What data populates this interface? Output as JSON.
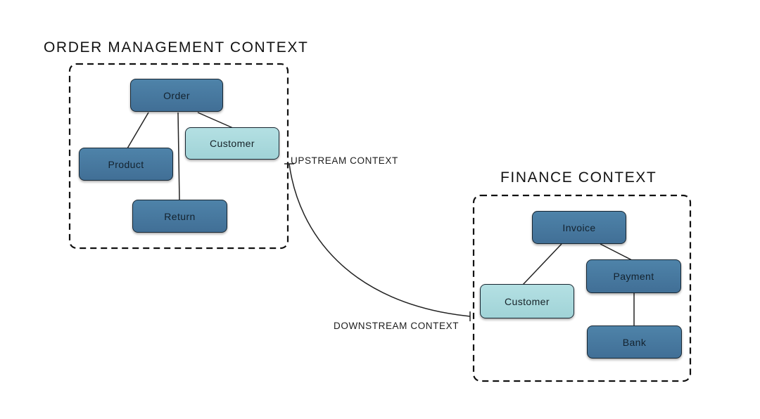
{
  "diagram": {
    "kind": "bounded-context-diagram",
    "background": "#ffffff",
    "colors": {
      "entity_fill_dark": "#46799f",
      "entity_fill_light": "#aadbde",
      "entity_border": "#182631",
      "entity_text": "#13222e",
      "context_dashed_border": "#111111",
      "connector": "#222222",
      "title_text": "#121212"
    },
    "order_context": {
      "title": "ORDER MANAGEMENT CONTEXT",
      "entities": {
        "order": "Order",
        "product": "Product",
        "customer": "Customer",
        "return": "Return"
      },
      "connections": [
        {
          "from": "Order",
          "to": "Product"
        },
        {
          "from": "Order",
          "to": "Return"
        },
        {
          "from": "Order",
          "to": "Customer"
        }
      ]
    },
    "finance_context": {
      "title": "FINANCE CONTEXT",
      "entities": {
        "invoice": "Invoice",
        "customer": "Customer",
        "payment": "Payment",
        "bank": "Bank"
      },
      "connections": [
        {
          "from": "Invoice",
          "to": "Customer"
        },
        {
          "from": "Invoice",
          "to": "Payment"
        },
        {
          "from": "Payment",
          "to": "Bank"
        }
      ]
    },
    "relationship": {
      "from": "ORDER MANAGEMENT CONTEXT",
      "to": "FINANCE CONTEXT",
      "upstream_label": "UPSTREAM CONTEXT",
      "downstream_label": "DOWNSTREAM CONTEXT"
    }
  }
}
